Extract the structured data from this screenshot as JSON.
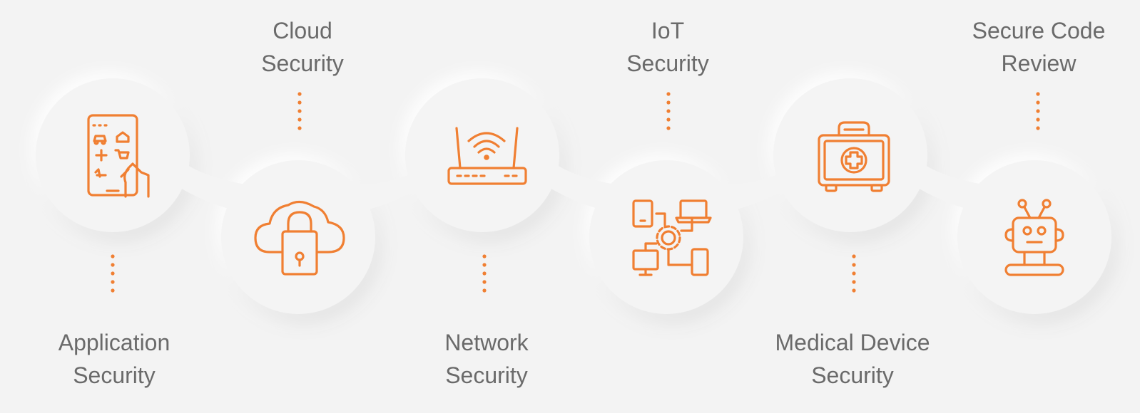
{
  "colors": {
    "accent": "#f07f32",
    "background": "#f3f3f3",
    "circle": "#f4f4f4",
    "text": "#6a6a6a"
  },
  "steps": [
    {
      "line1": "Application",
      "line2": "Security",
      "icon": "mobile-app-icon"
    },
    {
      "line1": "Cloud",
      "line2": "Security",
      "icon": "cloud-lock-icon"
    },
    {
      "line1": "Network",
      "line2": "Security",
      "icon": "wifi-router-icon"
    },
    {
      "line1": "IoT",
      "line2": "Security",
      "icon": "iot-devices-icon"
    },
    {
      "line1": "Medical Device",
      "line2": "Security",
      "icon": "medical-kit-icon"
    },
    {
      "line1": "Secure Code",
      "line2": "Review",
      "icon": "robot-icon"
    }
  ]
}
